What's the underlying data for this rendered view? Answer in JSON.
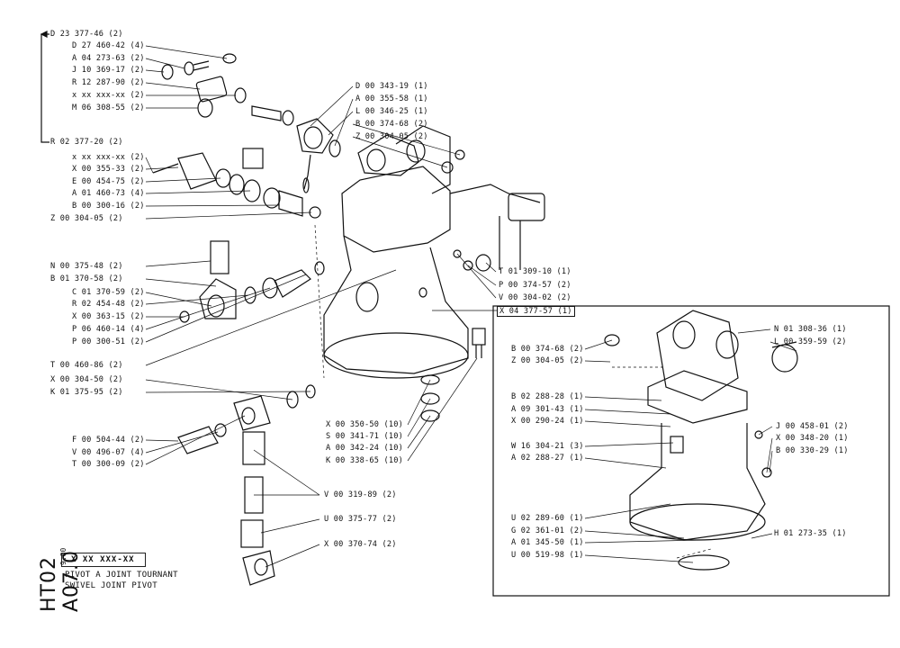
{
  "sheet": {
    "code": "HT02 A07.0",
    "date": "9.80",
    "ref": "X XX XXX-XX",
    "title_fr": "PIVOT A JOINT TOURNANT",
    "title_en": "SWIVEL JOINT PIVOT"
  },
  "group_a_header": "D 23 377-46 (2)",
  "group_b_header": "R 02 377-20 (2)",
  "parts_left_top": [
    "D 27 460-42 (4)",
    "A 04 273-63 (2)",
    "J 10 369-17 (2)",
    "R 12 287-90 (2)",
    "x xx xxx-xx (2)",
    "M 06 308-55 (2)"
  ],
  "parts_left_mid": [
    "x xx xxx-xx (2)",
    "X 00 355-33 (2)",
    "E 00 454-75 (2)",
    "A 01 460-73 (4)",
    "B 00 300-16 (2)",
    "Z 00 304-05 (2)"
  ],
  "parts_center_top": [
    "D 00 343-19 (1)",
    "A 00 355-58 (1)",
    "L 00 346-25 (1)",
    "B 00 374-68 (2)",
    "Z 00 304-05 (2)"
  ],
  "parts_left_lower": [
    "N 00 375-48 (2)",
    "B 01 370-58 (2)",
    "C 01 370-59 (2)",
    "R 02 454-48 (2)",
    "X 00 363-15 (2)",
    "P 06 460-14 (4)",
    "P 00 300-51 (2)"
  ],
  "parts_center_right": [
    "T 01 309-10 (1)",
    "P 00 374-57 (2)",
    "V 00 304-02 (2)"
  ],
  "pivot_ref": "X 04 377-57 (1)",
  "parts_left_bottom": [
    "T 00 460-86 (2)",
    "X 00 304-50 (2)",
    "K 01 375-95 (2)"
  ],
  "parts_bolts": [
    "X 00 350-50 (10)",
    "S 00 341-71 (10)",
    "A 00 342-24 (10)",
    "K 00 338-65 (10)"
  ],
  "parts_fitting": [
    "F 00 504-44 (2)",
    "V 00 496-07 (4)",
    "T 00 300-09 (2)"
  ],
  "parts_hose": [
    "V 00 319-89 (2)",
    "U 00 375-77 (2)",
    "X 00 370-74 (2)"
  ],
  "inset_left_top": [
    "B 00 374-68 (2)",
    "Z 00 304-05 (2)"
  ],
  "inset_left_mid": [
    "B 02 288-28 (1)",
    "A 09 301-43 (1)",
    "X 00 290-24 (1)"
  ],
  "inset_left_mid2": [
    "W 16 304-21 (3)",
    "A 02 288-27 (1)"
  ],
  "inset_left_bottom": [
    "U 02 289-60 (1)",
    "G 02 361-01 (2)",
    "A 01 345-50 (1)",
    "U 00 519-98 (1)"
  ],
  "inset_right_top": [
    "N 01 308-36 (1)",
    "L 00 359-59 (2)"
  ],
  "inset_right_mid": [
    "J 00 458-01 (2)",
    "X 00 348-20 (1)",
    "B 00 330-29 (1)"
  ],
  "inset_right_bottom": [
    "H 01 273-35 (1)"
  ]
}
